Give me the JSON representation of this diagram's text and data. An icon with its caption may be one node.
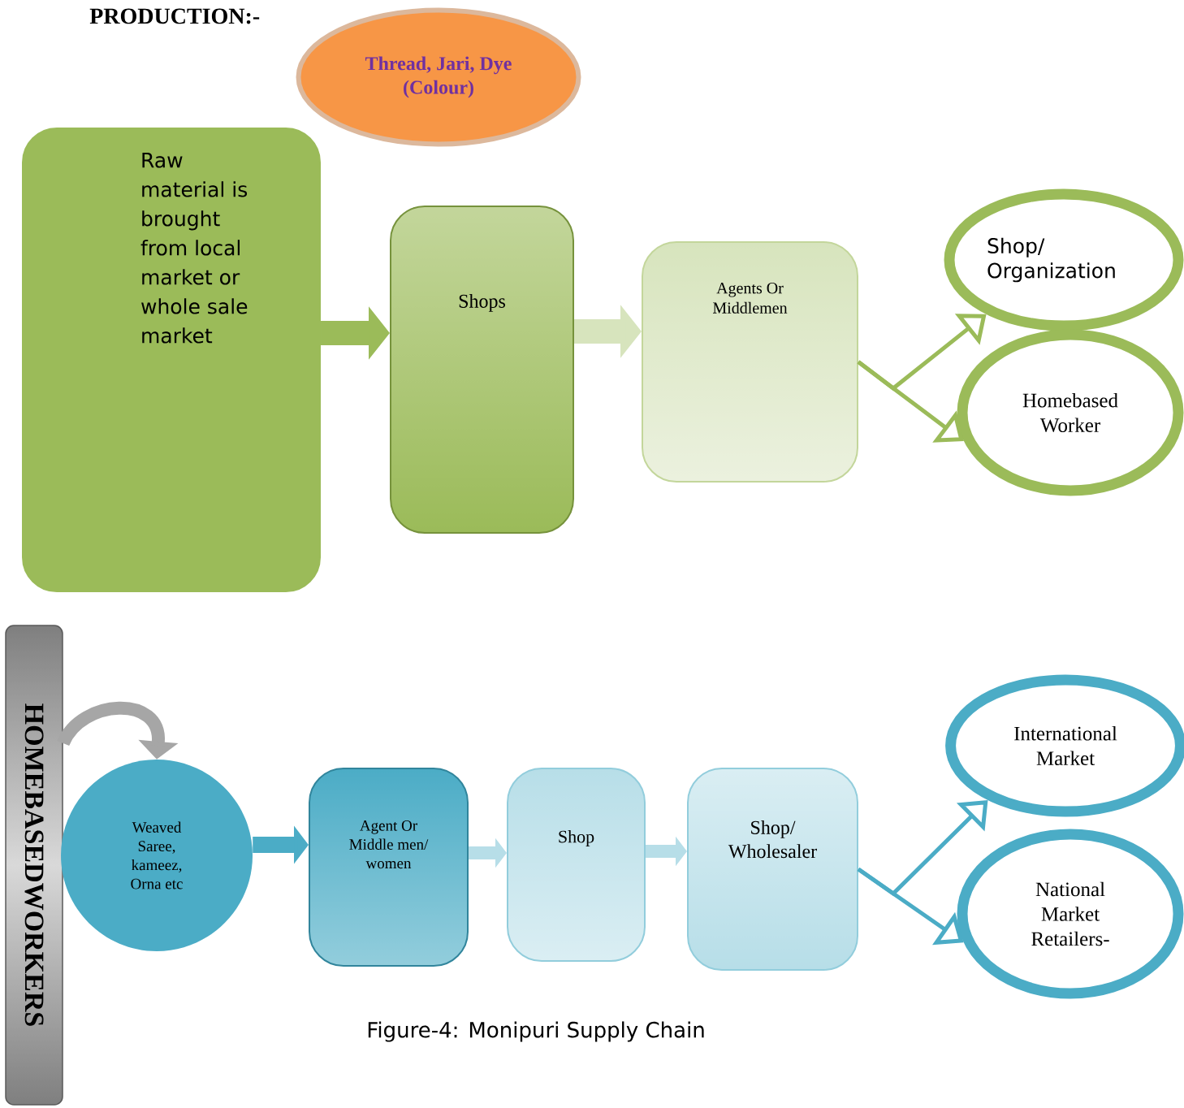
{
  "diagram": {
    "title": "PRODUCTION:-",
    "caption": "Figure-4: Monipuri Supply Chain",
    "nodes": [
      {
        "text": [
          "Thread, Jari, Dye (Colour)"
        ]
      },
      {
        "text": [
          "Raw material is brought from local market or whole sale market"
        ]
      },
      {
        "text": [
          "Shops"
        ]
      },
      {
        "text": [
          "Agents Or Middlemen"
        ]
      },
      {
        "text": [
          "Shop/ Organization"
        ]
      },
      {
        "text": [
          "Homebased Worker"
        ]
      },
      {
        "text": [
          "HOMEBASEDWORKERS"
        ]
      },
      {
        "text": [
          "Weaved Saree, kameez, Orna etc"
        ]
      },
      {
        "text": [
          "Agent Or Middle men/ women"
        ]
      },
      {
        "text": [
          "Shop"
        ]
      },
      {
        "text": [
          "Shop/ Wholesaler"
        ]
      },
      {
        "text": [
          "International Market"
        ]
      },
      {
        "text": [
          "National Market Retailers-"
        ]
      }
    ],
    "edges": [
      {
        "from": 1,
        "to": 2,
        "arrow": "to",
        "style": "thick",
        "color": "#9bbb59"
      },
      {
        "from": 2,
        "to": 3,
        "arrow": "to",
        "style": "thick",
        "color": "#d7e4bd"
      },
      {
        "from": 3,
        "to": 4,
        "arrow": "to",
        "color": "#9bbb59"
      },
      {
        "from": 3,
        "to": 5,
        "arrow": "to",
        "color": "#9bbb59"
      },
      {
        "from": 6,
        "to": 7,
        "arrow": "to",
        "color": "#a6a6a6"
      },
      {
        "from": 7,
        "to": 8,
        "arrow": "to",
        "color": "#4bacc6"
      },
      {
        "from": 8,
        "to": 9,
        "arrow": "to",
        "color": "#b7dee8"
      },
      {
        "from": 9,
        "to": 10,
        "arrow": "to",
        "color": "#b7dee8"
      },
      {
        "from": 10,
        "to": 11,
        "arrow": "to",
        "color": "#4bacc6"
      },
      {
        "from": 10,
        "to": 12,
        "arrow": "to",
        "color": "#4bacc6"
      }
    ]
  }
}
